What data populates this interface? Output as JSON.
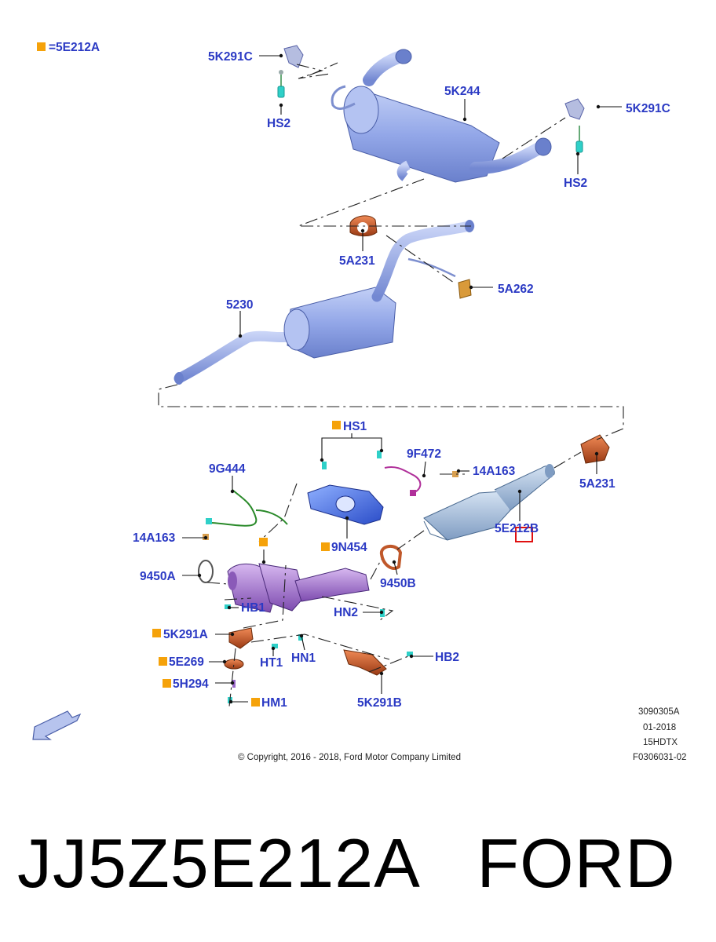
{
  "legend": {
    "symbol_color": "#f5a20a",
    "text": "=5E212A"
  },
  "labels": {
    "l_5K291C_a": "5K291C",
    "l_HS2_a": "HS2",
    "l_5K244": "5K244",
    "l_5K291C_b": "5K291C",
    "l_HS2_b": "HS2",
    "l_5A231_a": "5A231",
    "l_5A262": "5A262",
    "l_5230": "5230",
    "l_HS1": "HS1",
    "l_9F472": "9F472",
    "l_14A163_a": "14A163",
    "l_5A231_b": "5A231",
    "l_9G444": "9G444",
    "l_5E212B": "5E212B",
    "l_14A163_b": "14A163",
    "l_9N454": "9N454",
    "l_9450A": "9450A",
    "l_9450B": "9450B",
    "l_HB1": "HB1",
    "l_HN2": "HN2",
    "l_5K291A": "5K291A",
    "l_HN1": "HN1",
    "l_5E269": "5E269",
    "l_HT1": "HT1",
    "l_HB2": "HB2",
    "l_5H294": "5H294",
    "l_HM1": "HM1",
    "l_5K291B": "5K291B"
  },
  "meta": {
    "code": "3090305A",
    "date": "01-2018",
    "model": "15HDTX",
    "figure": "F0306031-02",
    "copyright": "© Copyright, 2016 - 2018, Ford Motor Company Limited"
  },
  "caption": {
    "part_number": "JJ5Z5E212A",
    "brand": "FORD"
  },
  "colors": {
    "label_blue": "#2b3ac4",
    "pipe_blue": "#8fa4e6",
    "flag_orange": "#f5a20a",
    "highlight_red": "#e01010",
    "copper": "#c0582a",
    "purple": "#9a68c8",
    "teal": "#2fd0c8",
    "green_wire": "#2a8a2a",
    "magenta_wire": "#b0309a",
    "filter_steel": "#a9c2e0"
  },
  "icons": [
    "direction-arrow-icon",
    "highlight-box-icon",
    "legend-flag-icon"
  ]
}
